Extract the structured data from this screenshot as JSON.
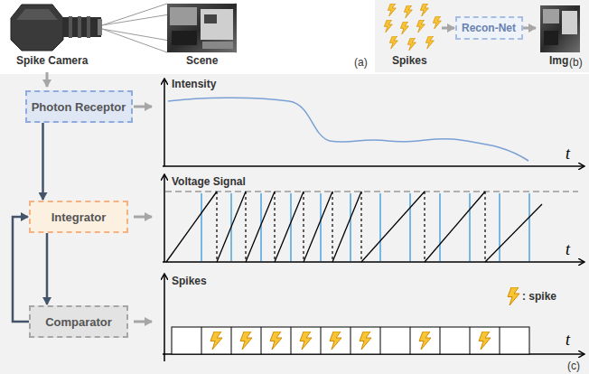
{
  "diagram": {
    "nodes": [
      {
        "text": [
          "Recon-Net"
        ]
      },
      {
        "text": [
          "Photon Receptor"
        ]
      },
      {
        "text": [
          "Integrator"
        ]
      },
      {
        "text": [
          "Comparator"
        ]
      }
    ],
    "edges": [
      {
        "from": 1,
        "to": 2,
        "arrow": "to"
      },
      {
        "from": 2,
        "to": 3,
        "arrow": "to"
      },
      {
        "from": 3,
        "to": 2,
        "arrow": "to"
      }
    ],
    "labels": [
      "Spike Camera",
      "Scene",
      "(a)",
      "Spikes",
      "Img",
      "(b)",
      "Intensity",
      "t",
      "Voltage Signal",
      "t",
      "Spikes",
      "t",
      "(c)"
    ],
    "legend": [
      {
        "text": ": spike"
      }
    ]
  }
}
